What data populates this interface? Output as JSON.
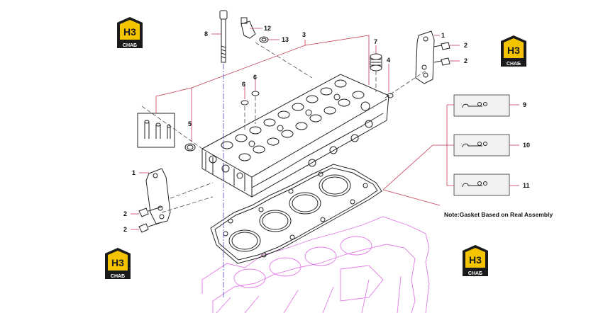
{
  "note": "Note:Gasket Based on Real Assembly",
  "callouts": {
    "c1a": "1",
    "c2a": "2",
    "c2b": "2",
    "c1b": "1",
    "c2c": "2",
    "c2d": "2",
    "c3": "3",
    "c4": "4",
    "c5": "5",
    "c6a": "6",
    "c6b": "6",
    "c7": "7",
    "c8": "8",
    "c9": "9",
    "c10": "10",
    "c11": "11",
    "c12": "12",
    "c13": "13"
  },
  "logo": {
    "mark": "H3",
    "sub": "СНАБ",
    "colors": {
      "yellow": "#f4c400",
      "dark": "#1a1a1a"
    }
  },
  "colors": {
    "engine_block": "#e27ae6",
    "leader": "#c43a52"
  }
}
